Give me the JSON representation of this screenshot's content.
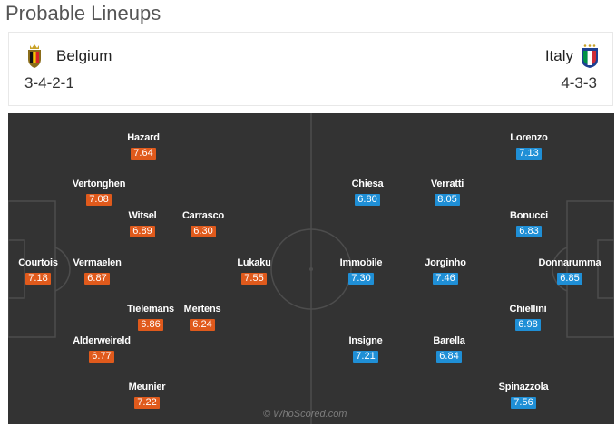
{
  "title": "Probable Lineups",
  "home": {
    "name": "Belgium",
    "formation": "3-4-2-1",
    "crest_colors": [
      "#111111",
      "#f5c400",
      "#d8232a"
    ]
  },
  "away": {
    "name": "Italy",
    "formation": "4-3-3",
    "crest_colors": [
      "#1d3f91",
      "#009246",
      "#ffffff",
      "#ce2b37"
    ]
  },
  "rating_colors": {
    "home": "#e05a1c",
    "away": "#1f8fd6"
  },
  "home_players": [
    {
      "name": "Hazard",
      "rating": "7.64"
    },
    {
      "name": "Vertonghen",
      "rating": "7.08"
    },
    {
      "name": "Witsel",
      "rating": "6.89"
    },
    {
      "name": "Carrasco",
      "rating": "6.30"
    },
    {
      "name": "Courtois",
      "rating": "7.18"
    },
    {
      "name": "Vermaelen",
      "rating": "6.87"
    },
    {
      "name": "Lukaku",
      "rating": "7.55"
    },
    {
      "name": "Tielemans",
      "rating": "6.86"
    },
    {
      "name": "Mertens",
      "rating": "6.24"
    },
    {
      "name": "Alderweireld",
      "rating": "6.77"
    },
    {
      "name": "Meunier",
      "rating": "7.22"
    }
  ],
  "away_players": [
    {
      "name": "Lorenzo",
      "rating": "7.13"
    },
    {
      "name": "Chiesa",
      "rating": "6.80"
    },
    {
      "name": "Verratti",
      "rating": "8.05"
    },
    {
      "name": "Bonucci",
      "rating": "6.83"
    },
    {
      "name": "Immobile",
      "rating": "7.30"
    },
    {
      "name": "Jorginho",
      "rating": "7.46"
    },
    {
      "name": "Donnarumma",
      "rating": "6.85"
    },
    {
      "name": "Chiellini",
      "rating": "6.98"
    },
    {
      "name": "Insigne",
      "rating": "7.21"
    },
    {
      "name": "Barella",
      "rating": "6.84"
    },
    {
      "name": "Spinazzola",
      "rating": "7.56"
    }
  ],
  "watermark": "© WhoScored.com"
}
